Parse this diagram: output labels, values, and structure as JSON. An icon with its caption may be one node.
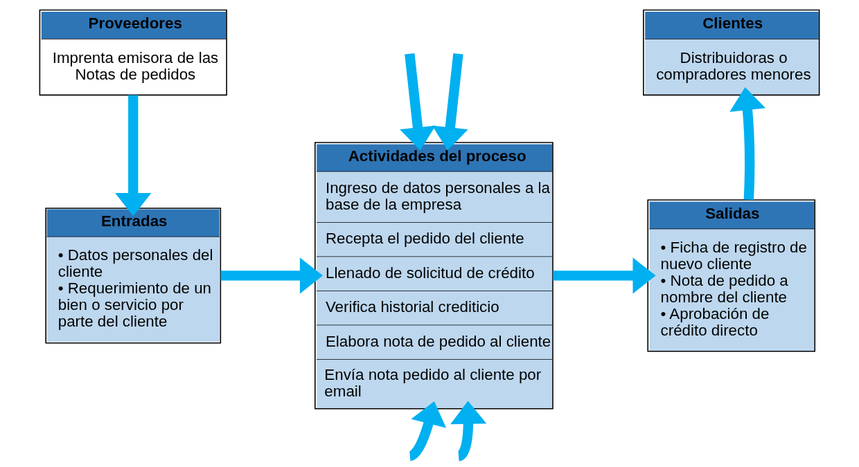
{
  "diagram": {
    "nodes": [
      {
        "text": [
          "Proveedores",
          "Imprenta emisora de las Notas de pedidos"
        ]
      },
      {
        "text": [
          "Clientes",
          "Distribuidoras o compradores menores"
        ]
      },
      {
        "text": [
          "Actividades del proceso",
          "Ingreso de datos personales a la base de la empresa",
          "Recepta el pedido del cliente",
          "Llenado de solicitud de crédito",
          "Verifica historial crediticio",
          "Elabora nota de pedido al cliente",
          "Envía nota pedido al cliente por email"
        ]
      },
      {
        "text": [
          "Entradas",
          "• Datos personales del cliente",
          "• Requerimiento de un bien o servicio por parte del cliente"
        ]
      },
      {
        "text": [
          "Salidas",
          "• Ficha de registro de nuevo cliente",
          "• Nota de pedido a nombre del cliente",
          "• Aprobación de crédito directo"
        ]
      }
    ],
    "edges": [
      {
        "from": 0,
        "to": 3,
        "arrow": "to"
      },
      {
        "from": 3,
        "to": 2,
        "arrow": "to"
      },
      {
        "from": 2,
        "to": 4,
        "arrow": "to"
      },
      {
        "from": 4,
        "to": 1,
        "arrow": "to"
      },
      {
        "from": null,
        "to": 2,
        "arrow": "to"
      },
      {
        "from": null,
        "to": 2,
        "arrow": "to"
      },
      {
        "from": null,
        "to": 2,
        "arrow": "to"
      },
      {
        "from": null,
        "to": 2,
        "arrow": "to"
      }
    ]
  }
}
